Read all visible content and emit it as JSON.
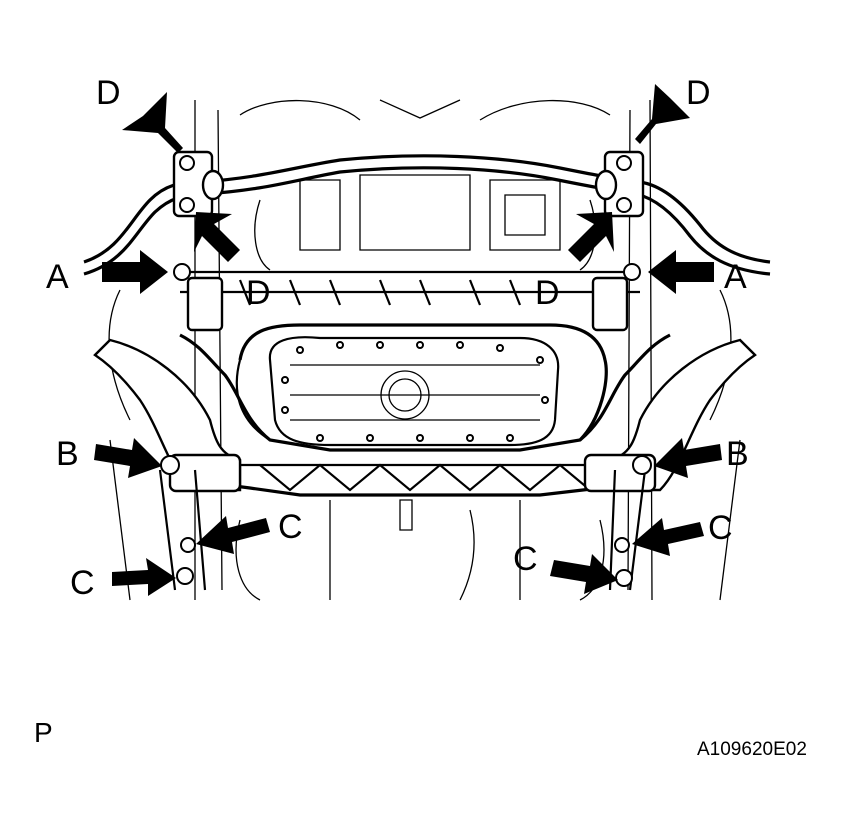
{
  "diagram": {
    "callouts": [
      {
        "id": "D",
        "text": "D"
      },
      {
        "id": "A",
        "text": "A"
      },
      {
        "id": "B",
        "text": "B"
      },
      {
        "id": "C",
        "text": "C"
      }
    ],
    "view_letter": "P",
    "figure_code": "A109620E02"
  },
  "colors": {
    "line": "#000000",
    "background": "#ffffff"
  }
}
